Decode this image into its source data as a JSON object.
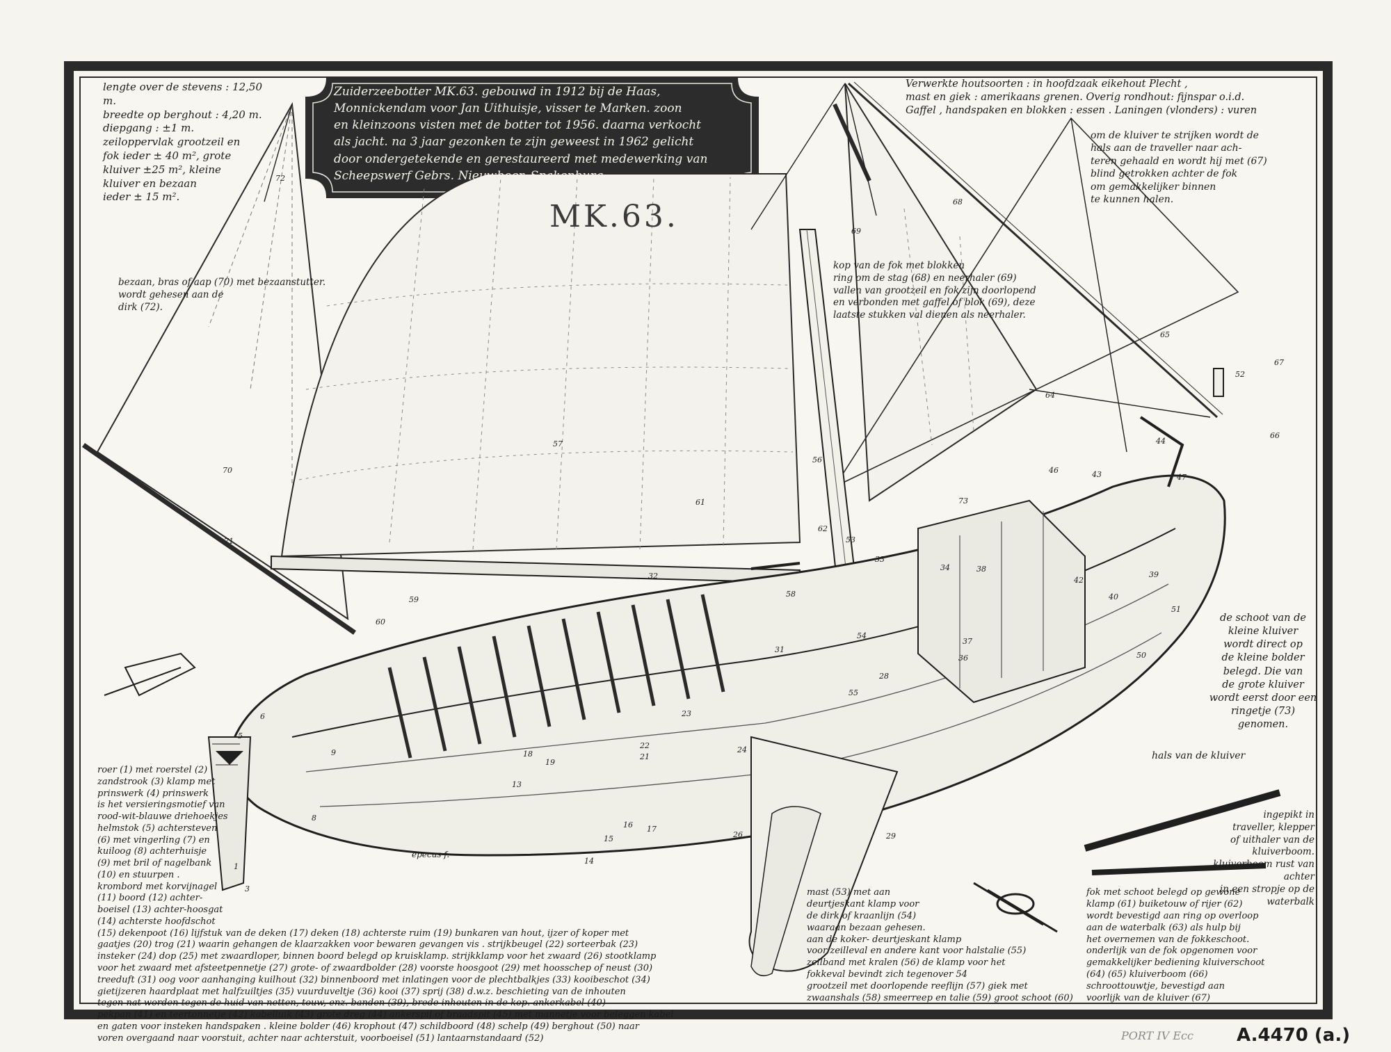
{
  "specs": {
    "text": "lengte over de stevens : 12,50 m.\nbreedte op berghout : 4,20 m.\ndiepgang : ±1 m.\nzeiloppervlak grootzeil en\nfok ieder ± 40 m², grote\nkluiver ±25 m², kleine\nkluiver en bezaan\nieder ± 15 m²."
  },
  "title": {
    "text": "Zuiderzeebotter  MK.63. gebouwd in 1912 bij de Haas,\nMonnickendam voor Jan Uithuisje, visser te Marken. zoon\nen kleinzoons visten met de botter tot 1956. daarna verkocht\nals jacht. na 3 jaar gezonken te zijn geweest in 1962 gelicht\ndoor ondergetekende en gerestaureerd met medewerking van\nScheepswerf Gebrs. Nieuwboer, Spakenburg."
  },
  "sail_mark": "MK.63.",
  "woods": {
    "text": "Verwerkte houtsoorten : in hoofdzaak eikehout   Plecht ,\nmast en giek : amerikaans grenen. Overig rondhout: fijnspar o.i.d.\nGaffel , handspaken en blokken : essen . Laningen (vlonders) : vuren"
  },
  "kluiver_note": {
    "text": "om de kluiver te strijken wordt de\nhals aan de traveller naar ach-\nteren gehaald en wordt hij met (67)\nblind getrokken achter de fok\nom gemakkelijker binnen\nte kunnen halen."
  },
  "kop_fok_note": {
    "text": "kop van de fok met blokken\nring om de stag (68) en neerhaler (69)\nvallen van grootzeil en fok zijn doorlopend\nen verbonden met gaffel of blok (69), deze\nlaatste stukken val dienen als neerhaler."
  },
  "bezaan_note": {
    "text": "bezaan, bras of aap (70) met bezaanstutter.\n                                  wordt gehesen aan de\n                                  dirk (72)."
  },
  "schoot_note": {
    "text": "de schoot van de\nkleine kluiver\nwordt direct op\nde kleine bolder\nbelegd. Die van\nde grote kluiver\nwordt eerst door een\nringetje (73) genomen."
  },
  "hals_note": {
    "text": "hals van de kluiver"
  },
  "ingepikt_note": {
    "text": "ingepikt in\ntraveller, klepper\nof uithaler van de\nkluiverboom.\nkluiverboom rust van achter\nin een stropje op de waterbalk"
  },
  "legend_left": {
    "text": "roer (1) met roerstel (2)\nzandstrook (3) klamp met\nprinswerk (4) prinswerk\nis het versieringsmotief van\nrood-wit-blauwe driehoekjes\nhelmstok (5) achtersteven\n(6) met vingerling (7) en\nkuiloog (8) achterhuisje\n(9) met bril of nagelbank\n(10) en stuurpen .\nkrombord met korvijnagel\n(11) boord (12) achter-\nboeisel (13) achter-hoosgat\n(14) achterste hoofdschot\n(15) dekenpoot (16)  lijfstuk van de deken (17)  deken (18)  achterste ruim (19)  bunkaren van hout, ijzer of koper met\ngaatjes (20) trog (21) waarin gehangen de klaarzakken voor bewaren gevangen vis .  strijkbeugel (22) sorteerbak (23)\ninsteker (24) dop (25) met zwaardloper, binnen boord belegd op kruisklamp.  strijkklamp voor het zwaard (26)  stootklamp\nvoor het zwaard met afsteetpennetje (27)  grote- of zwaardbolder (28)  voorste hoosgoot (29) met hoosschep of neust (30)\ntreeduft (31)  oog voor aanhanging kuilhout (32)  binnenboord met inlatingen voor de plechtbalkjes (33)  kooibeschot (34)\ngietijzeren haardplaat met halfzuiltjes (35) vuurduveltje (36)  kooi (37)  sprij (38) d.w.z. beschieting van de inhouten\ntegen nat worden tegen de huid van netten, touw, enz.   banden (39), brede inhouten in de kop.   ankerkabel (40)\npekpan (41) en teertonnetje (42)  kabelluik (43)  grote dreg (44)  ankerspil of braadspit (45) met mannetje voor beleggen kabel\nen gaten voor insteken handspaken .  kleine bolder (46)  krophout (47)  schildboord (48)  schelp (49)  berghout (50) naar\nvoren overgaand naar voorstuit, achter naar achterstuit, voorboeisel (51)  lantaarnstandaard (52)"
  },
  "legend_mid": {
    "text": "mast (53) met aan\ndeurtjeskant klamp voor\nde dirk of kraanlijn (54)\nwaaraan bezaan gehesen.\naan de koker- deurtjeskant klamp\nvoor zeilleval en andere kant voor halstalie (55)\nzeilband met kralen (56)  de klamp voor het\nfokkeval bevindt zich tegenover 54\ngrootzeil met doorlopende reeflijn (57)  giek met\nzwaanshals (58)  smeerreep en talie (59)  groot schoot (60)"
  },
  "legend_right": {
    "text": "fok met schoot belegd op gewone\nklamp (61) buiketouw of rijer (62)\nwordt bevestigd aan ring op overloop\naan de waterbalk (63) als hulp bij\nhet overnemen van de fokkeschoot.\nonderlijk van de fok opgenomen voor\ngemakkelijker bediening kluiverschoot\n(64) (65)  kluiverboom (66)\nschroottouwtje, bevestigd aan\nvoorlijk van de kluiver (67)"
  },
  "signature": "epecus f.",
  "port_note": "PORT IV Ecc",
  "inventory": "A.4470 (a.)",
  "part_numbers": [
    {
      "id": "n72",
      "label": "72"
    },
    {
      "id": "n70",
      "label": "70"
    },
    {
      "id": "n71",
      "label": "71"
    },
    {
      "id": "n59",
      "label": "59"
    },
    {
      "id": "n60",
      "label": "60"
    },
    {
      "id": "n57",
      "label": "57"
    },
    {
      "id": "n61",
      "label": "61"
    },
    {
      "id": "n56",
      "label": "56"
    },
    {
      "id": "n62",
      "label": "62"
    },
    {
      "id": "n53",
      "label": "53"
    },
    {
      "id": "n69",
      "label": "69"
    },
    {
      "id": "n68",
      "label": "68"
    },
    {
      "id": "n64",
      "label": "64"
    },
    {
      "id": "n65",
      "label": "65"
    },
    {
      "id": "n67",
      "label": "67"
    },
    {
      "id": "n52",
      "label": "52"
    },
    {
      "id": "n66",
      "label": "66"
    },
    {
      "id": "n44",
      "label": "44"
    },
    {
      "id": "n47",
      "label": "47"
    },
    {
      "id": "n46",
      "label": "46"
    },
    {
      "id": "n43",
      "label": "43"
    },
    {
      "id": "n73",
      "label": "73"
    },
    {
      "id": "n42",
      "label": "42"
    },
    {
      "id": "n40",
      "label": "40"
    },
    {
      "id": "n39",
      "label": "39"
    },
    {
      "id": "n51",
      "label": "51"
    },
    {
      "id": "n50",
      "label": "50"
    },
    {
      "id": "n33",
      "label": "33"
    },
    {
      "id": "n34",
      "label": "34"
    },
    {
      "id": "n38",
      "label": "38"
    },
    {
      "id": "n37",
      "label": "37"
    },
    {
      "id": "n36",
      "label": "36"
    },
    {
      "id": "n31",
      "label": "31"
    },
    {
      "id": "n28",
      "label": "28"
    },
    {
      "id": "n55",
      "label": "55"
    },
    {
      "id": "n54",
      "label": "54"
    },
    {
      "id": "n23",
      "label": "23"
    },
    {
      "id": "n24",
      "label": "24"
    },
    {
      "id": "n22",
      "label": "22"
    },
    {
      "id": "n21",
      "label": "21"
    },
    {
      "id": "n19",
      "label": "19"
    },
    {
      "id": "n18",
      "label": "18"
    },
    {
      "id": "n9",
      "label": "9"
    },
    {
      "id": "n13",
      "label": "13"
    },
    {
      "id": "n15",
      "label": "15"
    },
    {
      "id": "n16",
      "label": "16"
    },
    {
      "id": "n17",
      "label": "17"
    },
    {
      "id": "n14",
      "label": "14"
    },
    {
      "id": "n26",
      "label": "26"
    },
    {
      "id": "n29",
      "label": "29"
    },
    {
      "id": "n5",
      "label": "5"
    },
    {
      "id": "n6",
      "label": "6"
    },
    {
      "id": "n8",
      "label": "8"
    },
    {
      "id": "n1",
      "label": "1"
    },
    {
      "id": "n3",
      "label": "3"
    },
    {
      "id": "n32",
      "label": "32"
    },
    {
      "id": "n58",
      "label": "58"
    }
  ]
}
